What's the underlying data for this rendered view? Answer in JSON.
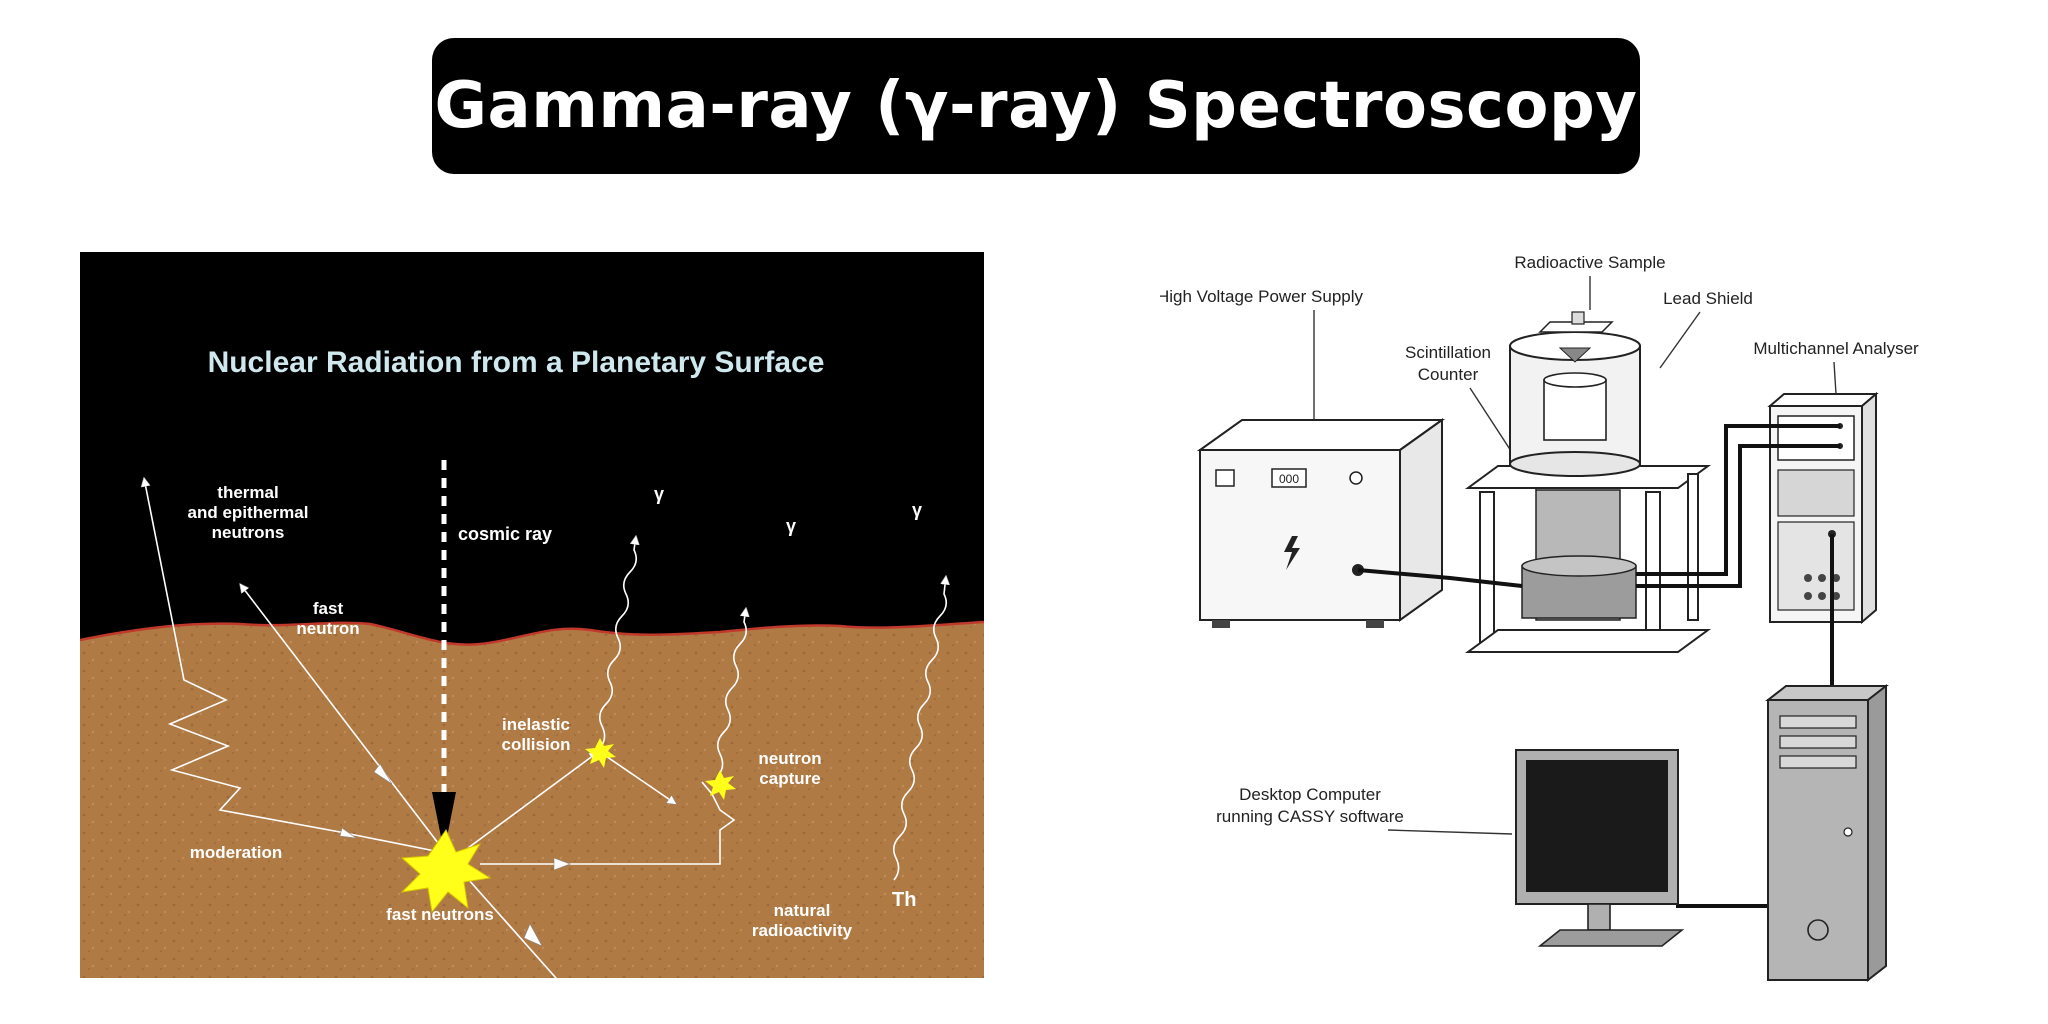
{
  "title": "Gamma-ray (γ-ray) Spectroscopy",
  "left_panel": {
    "heading": "Nuclear Radiation from a Planetary Surface",
    "labels": {
      "thermal_line1": "thermal",
      "thermal_line2": "and epithermal",
      "thermal_line3": "neutrons",
      "fast_neutron_line1": "fast",
      "fast_neutron_line2": "neutron",
      "cosmic_ray": "cosmic ray",
      "gamma": "γ",
      "inelastic_line1": "inelastic",
      "inelastic_line2": "collision",
      "capture_line1": "neutron",
      "capture_line2": "capture",
      "moderation": "moderation",
      "fast_neutrons": "fast neutrons",
      "natural_line1": "natural",
      "natural_line2": "radioactivity",
      "thorium": "Th"
    },
    "colors": {
      "sky": "#000000",
      "ground": "#b07a45",
      "horizon": "#c0392b",
      "spark": "#ffff1a",
      "heading": "#cfe8ee"
    }
  },
  "right_panel": {
    "labels": {
      "radioactive_sample": "Radioactive Sample",
      "high_voltage": "High Voltage Power Supply",
      "lead_shield": "Lead Shield",
      "scintillation_line1": "Scintillation",
      "scintillation_line2": "Counter",
      "multichannel": "Multichannel Analyser",
      "desktop_line1": "Desktop Computer",
      "desktop_line2": "running CASSY software",
      "psu_display": "000"
    }
  }
}
